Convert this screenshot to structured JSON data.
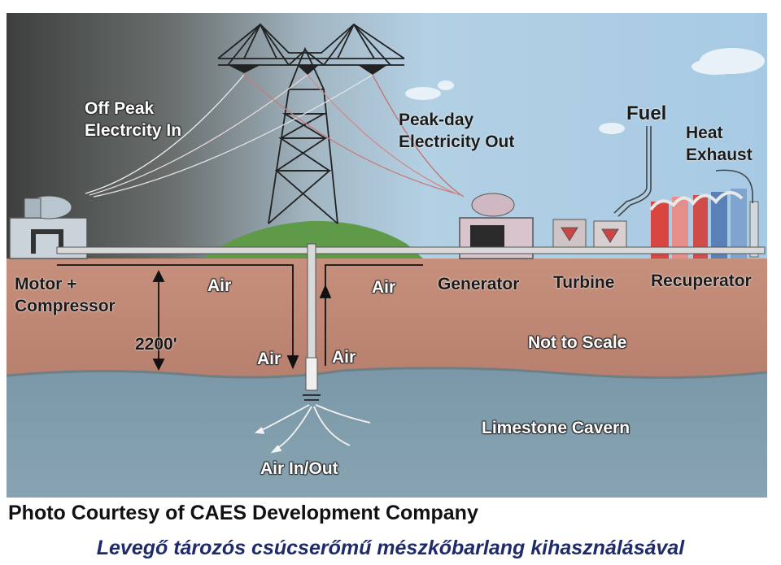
{
  "labels": {
    "off_peak": [
      "Off Peak",
      "Electrcity In"
    ],
    "peak_day": [
      "Peak-day",
      "Electricity Out"
    ],
    "fuel": "Fuel",
    "heat_exhaust": [
      "Heat",
      "Exhaust"
    ],
    "motor_compressor": [
      "Motor +",
      "Compressor"
    ],
    "air": "Air",
    "depth": "2200'",
    "generator": "Generator",
    "turbine": "Turbine",
    "recuperator": "Recuperator",
    "not_to_scale": "Not to Scale",
    "cavern": "Limestone Cavern",
    "air_in_out": "Air In/Out"
  },
  "credit": "Photo Courtesy of CAES Development Company",
  "caption": "Levegő tározós csúcserőmű mészkőbarlang kihasználásával",
  "colors": {
    "sky": "#a9cbe3",
    "earth": "#c48a78",
    "cavern": "#7e9cac",
    "caption": "#1f2a6b"
  }
}
